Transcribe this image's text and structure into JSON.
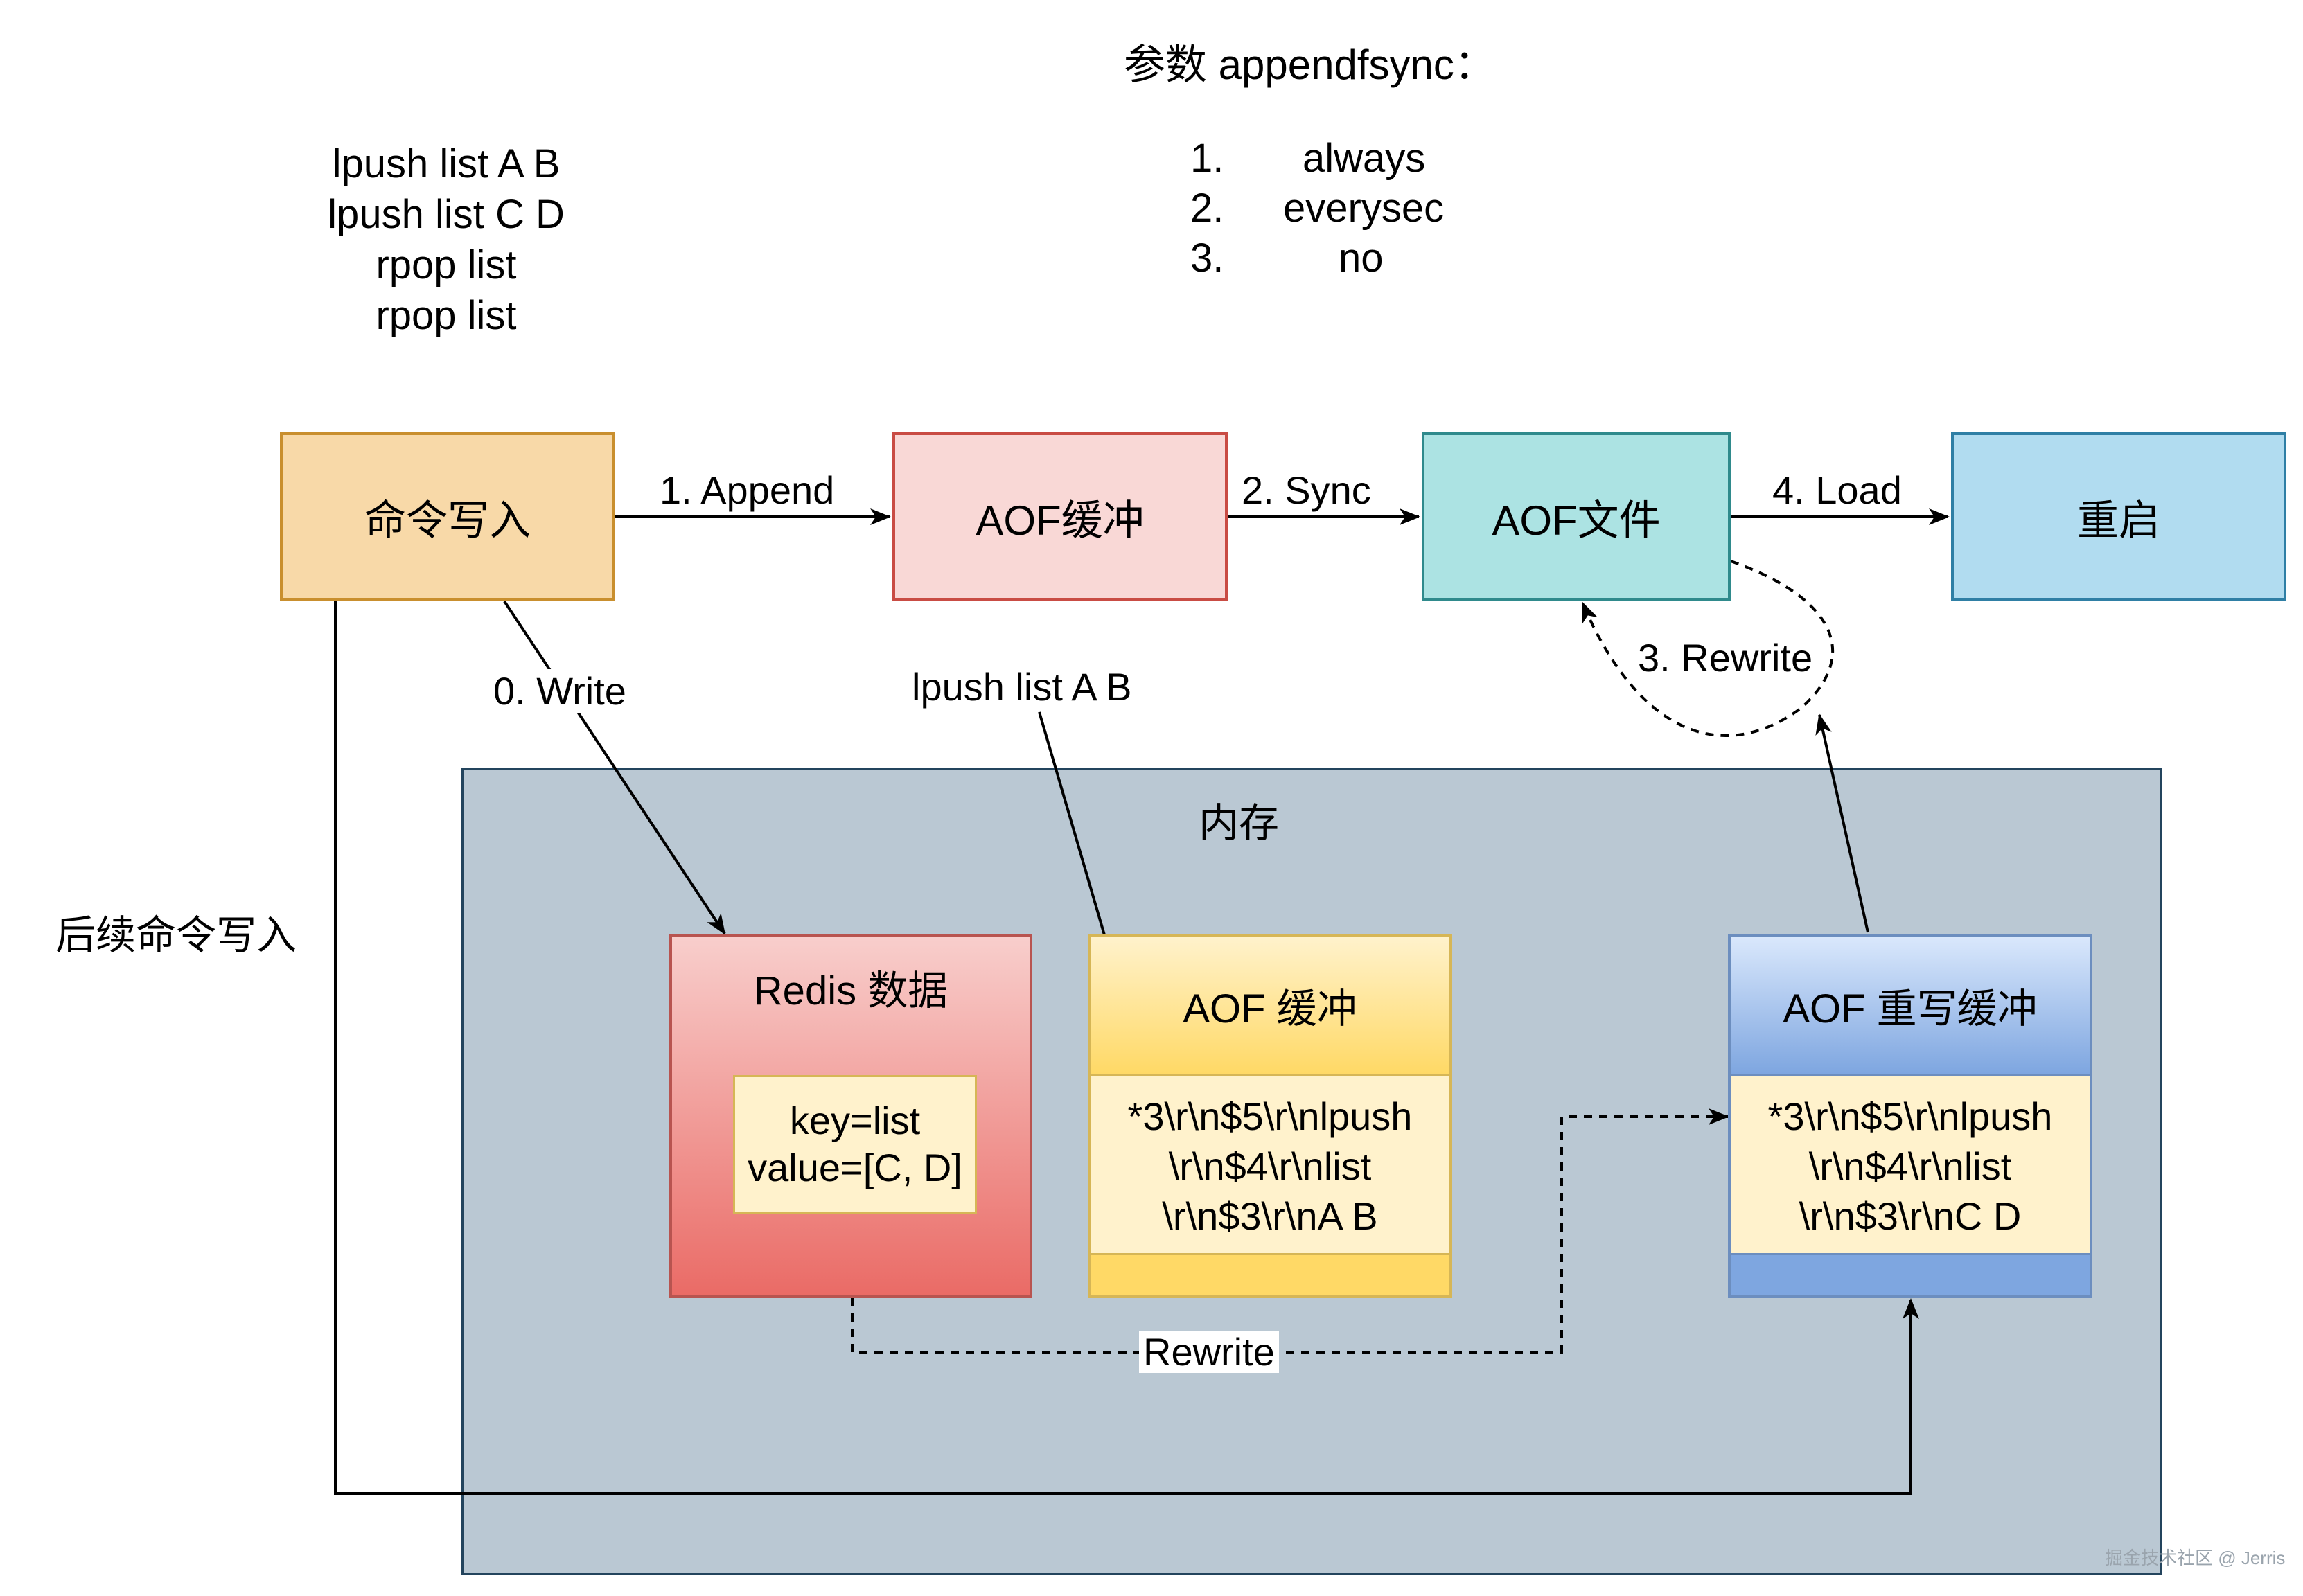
{
  "param": {
    "title": "参数 appendfsync：",
    "items": [
      {
        "num": "1.",
        "text": "always"
      },
      {
        "num": "2.",
        "text": "everysec"
      },
      {
        "num": "3.",
        "text": "no"
      }
    ]
  },
  "commands": [
    "lpush list A B",
    "lpush list C D",
    "rpop list",
    "rpop list"
  ],
  "boxes": {
    "cmd_write": "命令写入",
    "aof_buffer": "AOF缓冲",
    "aof_file": "AOF文件",
    "restart": "重启"
  },
  "edge_labels": {
    "append": "1. Append",
    "sync": "2. Sync",
    "load": "4. Load",
    "rewrite3": "3. Rewrite",
    "write0": "0. Write",
    "lpush": "lpush list A B",
    "rewrite": "Rewrite",
    "subsequent": "后续命令写入"
  },
  "memory": {
    "title": "内存",
    "redis": {
      "title": "Redis 数据",
      "content": [
        "key=list",
        "value=[C, D]"
      ]
    },
    "aof_buf": {
      "title": "AOF 缓冲",
      "content": [
        "*3\\r\\n$5\\r\\nlpush",
        "\\r\\n$4\\r\\nlist",
        "\\r\\n$3\\r\\nA B"
      ]
    },
    "aof_rewrite_buf": {
      "title": "AOF 重写缓冲",
      "content": [
        "*3\\r\\n$5\\r\\nlpush",
        "\\r\\n$4\\r\\nlist",
        "\\r\\n$3\\r\\nC D"
      ]
    }
  },
  "watermark": "掘金技术社区 @ Jerris",
  "colors": {
    "cmd_fill": "#f8d9a8",
    "cmd_stroke": "#c98f2e",
    "buf_fill": "#f9d8d6",
    "buf_stroke": "#c94c44",
    "file_fill": "#ace3e3",
    "file_stroke": "#2f8a8c",
    "restart_fill": "#b1dcf0",
    "restart_stroke": "#2f7fa5",
    "memory_fill": "#bac8d3",
    "memory_stroke": "#23445d"
  }
}
